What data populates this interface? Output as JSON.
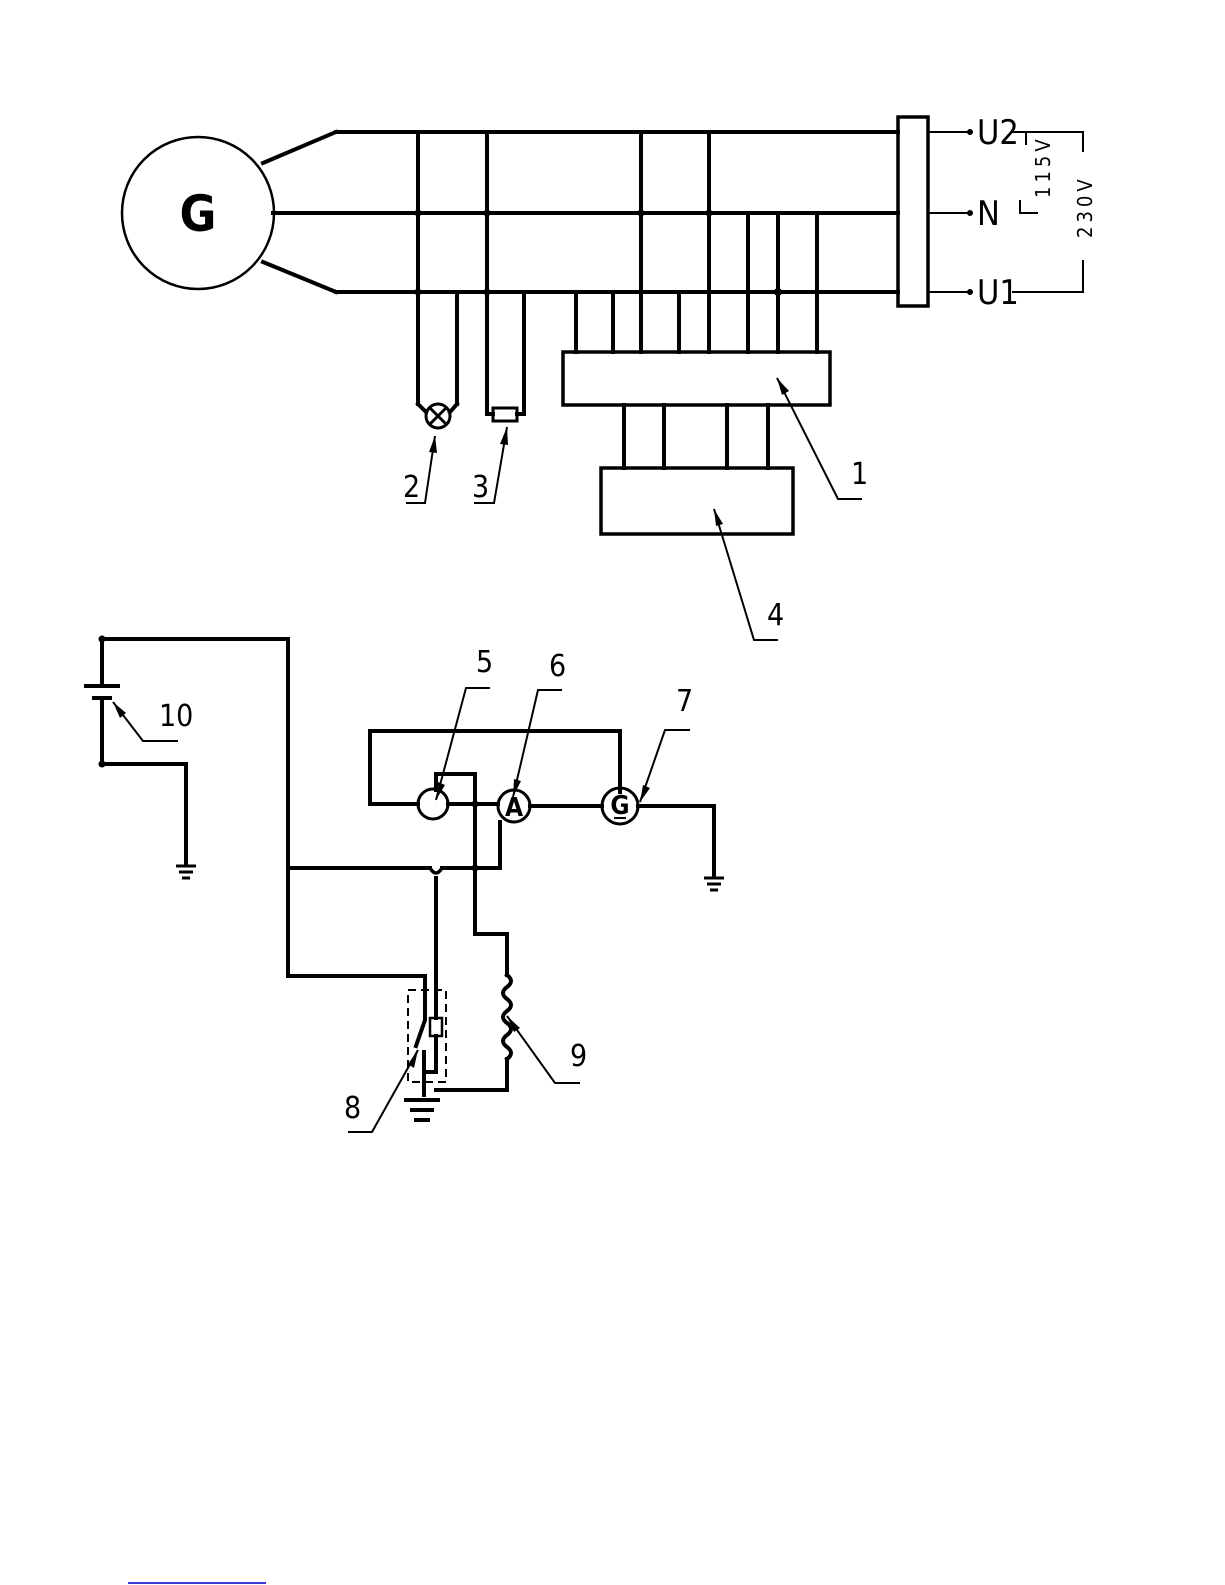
{
  "terminals": {
    "u2": "U2",
    "n": "N",
    "u1": "U1"
  },
  "voltages": {
    "low": "115V",
    "high": "230V"
  },
  "symbols": {
    "generator_main": "G",
    "ammeter": "A",
    "generator_small": "G"
  },
  "callouts": {
    "c1": "1",
    "c2": "2",
    "c3": "3",
    "c4": "4",
    "c5": "5",
    "c6": "6",
    "c7": "7",
    "c8": "8",
    "c9": "9",
    "c10": "10"
  }
}
